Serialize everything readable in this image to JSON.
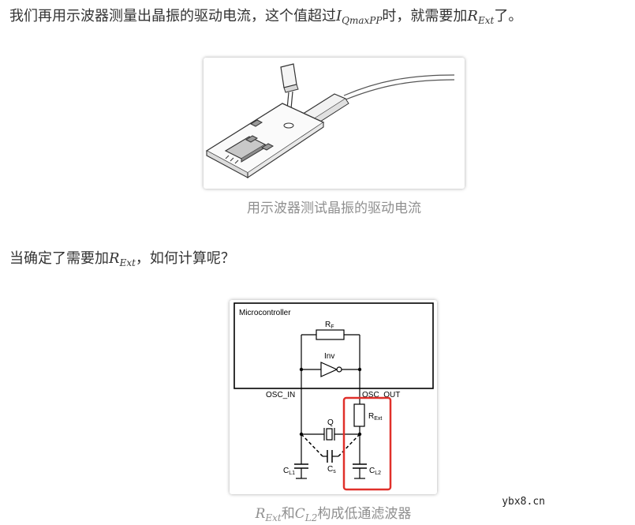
{
  "para1": {
    "before": "我们再用示波器测量出晶振的驱动电流，这个值超过",
    "math_main": "I",
    "math_sub": "QmaxPP",
    "after": "时，就需要加",
    "math2_main": "R",
    "math2_sub": "Ext",
    "end": "了。"
  },
  "figure1": {
    "caption": "用示波器测试晶振的驱动电流"
  },
  "para2": {
    "before": "当确定了需要加",
    "math_main": "R",
    "math_sub": "Ext",
    "after": "，如何计算呢？"
  },
  "figure2": {
    "labels": {
      "mcu": "Microcontroller",
      "rf": "R",
      "rf_sub": "F",
      "inv": "Inv",
      "osc_in": "OSC_IN",
      "osc_out": "OSC_OUT",
      "q": "Q",
      "rext": "R",
      "rext_sub": "Ext",
      "cl1": "C",
      "cl1_sub": "L1",
      "cs": "C",
      "cs_sub": "s",
      "cl2": "C",
      "cl2_sub": "L2"
    },
    "highlight_color": "#e0302a",
    "caption_math1_main": "R",
    "caption_math1_sub": "Ext",
    "caption_and": "和",
    "caption_math2_main": "C",
    "caption_math2_sub": "L2",
    "caption_rest": "构成低通滤波器"
  },
  "watermark": "ybx8.cn"
}
